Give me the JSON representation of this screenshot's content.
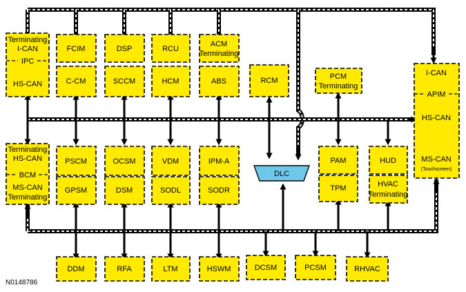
{
  "modules": {
    "ipc": {
      "line1": "Terminating",
      "line2": "I-CAN",
      "line3": "IPC",
      "line4": "HS-CAN"
    },
    "fcim": "FCIM",
    "dsp": "DSP",
    "rcu": "RCU",
    "acm": {
      "line1": "ACM",
      "line2": "Terminating"
    },
    "ccm": "C-CM",
    "sccm": "SCCM",
    "hcm": "HCM",
    "abs": "ABS",
    "rcm": "RCM",
    "pcm": {
      "line1": "PCM",
      "line2": "Terminating"
    },
    "apim": {
      "line1": "I-CAN",
      "line2": "APIM",
      "line3": "HS-CAN",
      "line4": "MS-CAN",
      "line5": "(Touchscreen)"
    },
    "bcm": {
      "line1": "Terminating",
      "line2": "HS-CAN",
      "line3": "BCM",
      "line4": "MS-CAN",
      "line5": "Terminating"
    },
    "pscm": "PSCM",
    "ocsm": "OCSM",
    "vdm": "VDM",
    "ipma": "IPM-A",
    "gpsm": "GPSM",
    "dsm": "DSM",
    "sodl": "SODL",
    "sodr": "SODR",
    "pam": "PAM",
    "hud": "HUD",
    "tpm": "TPM",
    "hvac": {
      "line1": "HVAC",
      "line2": "Terminating"
    },
    "ddm": "DDM",
    "rfa": "RFA",
    "ltm": "LTM",
    "hswm": "HSWM",
    "dcsm": "DCSM",
    "pcsm": "PCSM",
    "rhvac": "RHVAC"
  },
  "connector": {
    "dlc": "DLC"
  },
  "figure_code": "N0148786",
  "colors": {
    "module_fill": "#ffea00",
    "connector_fill": "#6fc7ea",
    "bus": "#000000"
  }
}
